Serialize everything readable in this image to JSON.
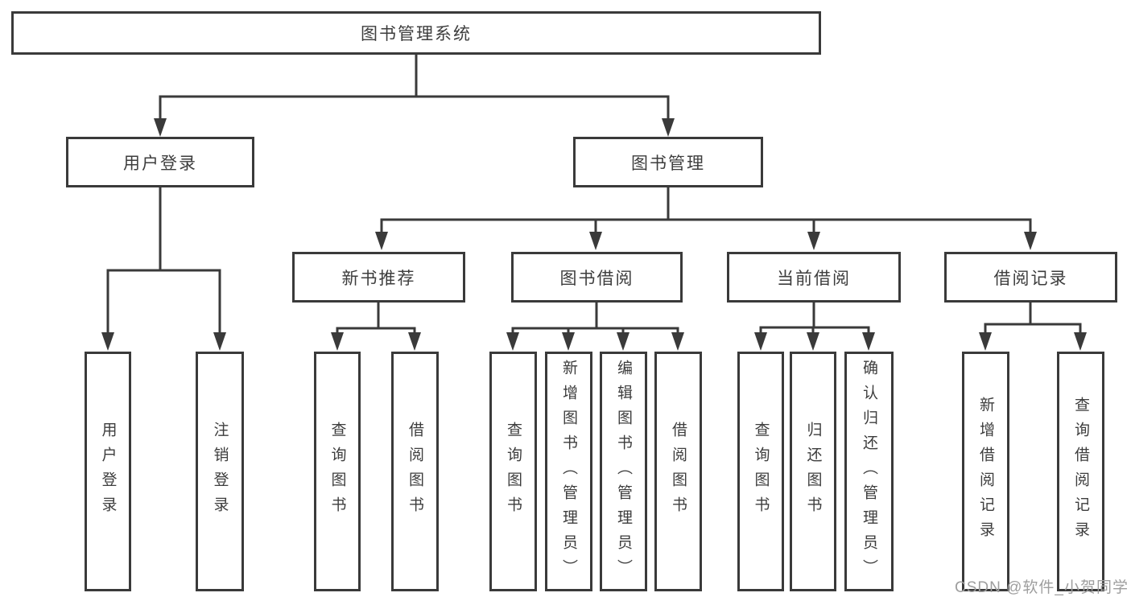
{
  "diagram": {
    "title": "图书管理系统",
    "nodes": {
      "root": "图书管理系统",
      "user_login": "用户登录",
      "book_mgmt": "图书管理",
      "new_book_rec": "新书推荐",
      "book_borrow": "图书借阅",
      "current_borrow": "当前借阅",
      "borrow_records": "借阅记录",
      "leaf_user_login": "用户登录",
      "leaf_logout": "注销登录",
      "leaf_query_book_1": "查询图书",
      "leaf_borrow_book_1": "借阅图书",
      "leaf_query_book_2": "查询图书",
      "leaf_add_book_admin": "新增图书（管理员）",
      "leaf_edit_book_admin": "编辑图书（管理员）",
      "leaf_borrow_book_2": "借阅图书",
      "leaf_query_book_3": "查询图书",
      "leaf_return_book": "归还图书",
      "leaf_confirm_return_admin": "确认归还（管理员）",
      "leaf_add_borrow_record": "新增借阅记录",
      "leaf_query_borrow_record": "查询借阅记录"
    },
    "edges": [
      [
        "图书管理系统",
        "用户登录"
      ],
      [
        "图书管理系统",
        "图书管理"
      ],
      [
        "用户登录",
        "用户登录"
      ],
      [
        "用户登录",
        "注销登录"
      ],
      [
        "图书管理",
        "新书推荐"
      ],
      [
        "图书管理",
        "图书借阅"
      ],
      [
        "图书管理",
        "当前借阅"
      ],
      [
        "图书管理",
        "借阅记录"
      ],
      [
        "新书推荐",
        "查询图书"
      ],
      [
        "新书推荐",
        "借阅图书"
      ],
      [
        "图书借阅",
        "查询图书"
      ],
      [
        "图书借阅",
        "新增图书（管理员）"
      ],
      [
        "图书借阅",
        "编辑图书（管理员）"
      ],
      [
        "图书借阅",
        "借阅图书"
      ],
      [
        "当前借阅",
        "查询图书"
      ],
      [
        "当前借阅",
        "归还图书"
      ],
      [
        "当前借阅",
        "确认归还（管理员）"
      ],
      [
        "借阅记录",
        "新增借阅记录"
      ],
      [
        "借阅记录",
        "查询借阅记录"
      ]
    ],
    "colors": {
      "line": "#3a3a3a",
      "box_border": "#3a3a3a",
      "box_fill": "#ffffff",
      "text": "#3d3d3d",
      "background": "#ffffff",
      "watermark": "#9e9e9e"
    }
  },
  "watermark": "CSDN @软件_小贺同学"
}
